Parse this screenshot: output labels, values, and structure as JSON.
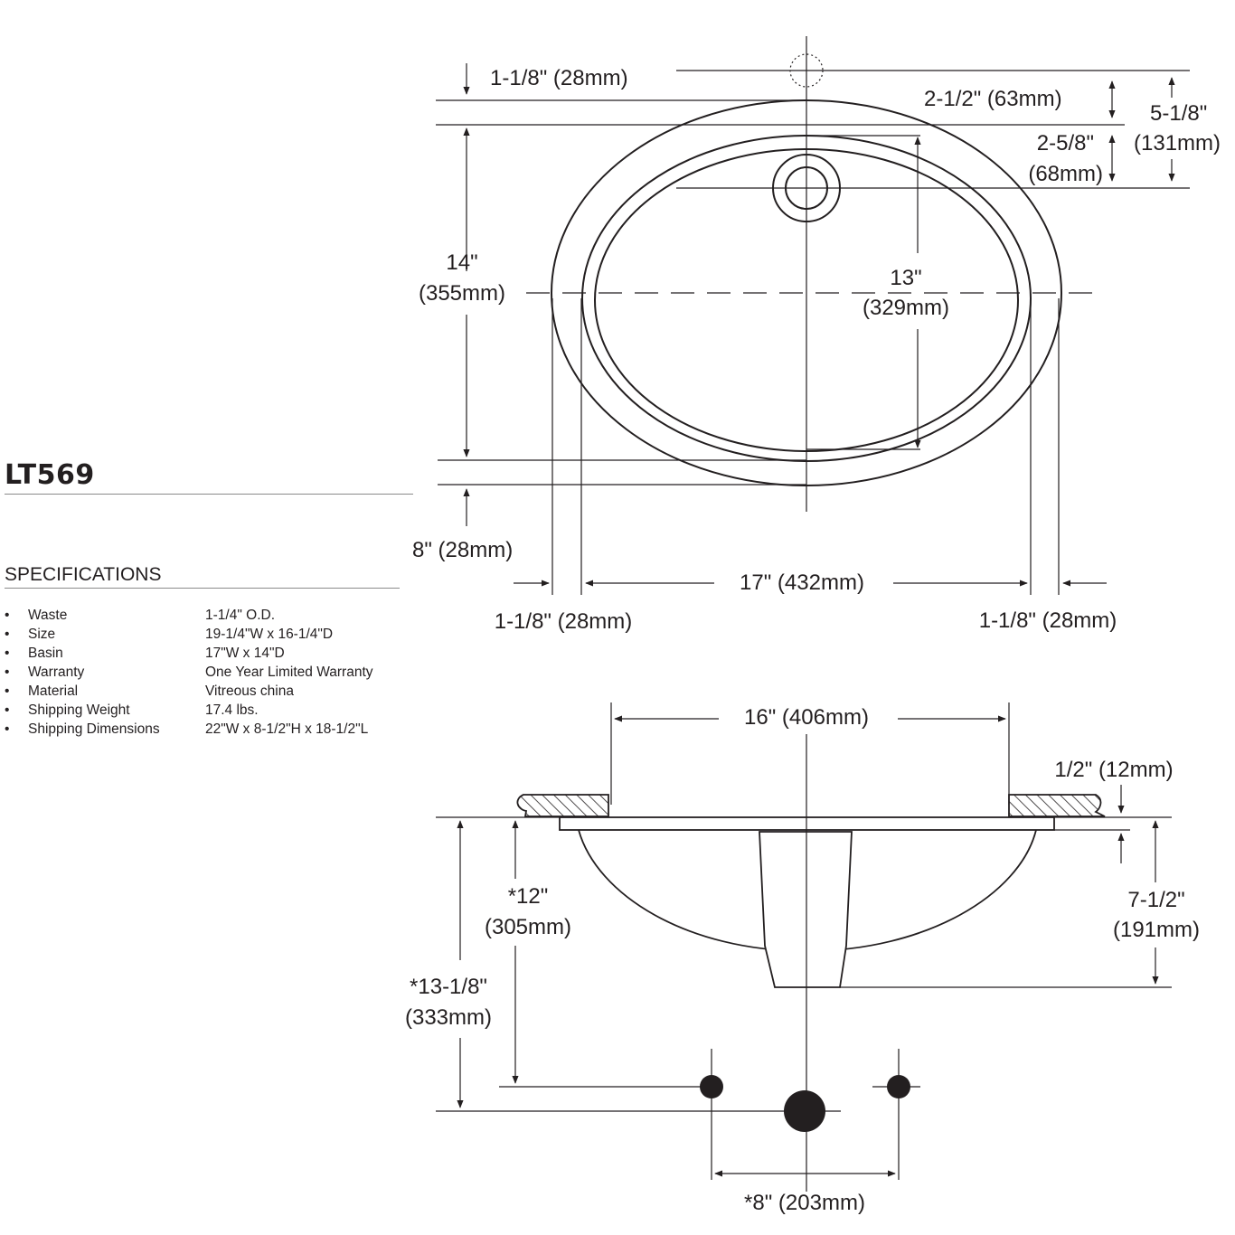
{
  "product": {
    "model": "LT569"
  },
  "specifications": {
    "heading": "SPECIFICATIONS",
    "bullet": "•",
    "items": [
      {
        "label": "Waste",
        "value": "1-1/4\" O.D."
      },
      {
        "label": "Size",
        "value": "19-1/4\"W x 16-1/4\"D"
      },
      {
        "label": "Basin",
        "value": "17\"W x 14\"D"
      },
      {
        "label": "Warranty",
        "value": "One Year Limited Warranty"
      },
      {
        "label": "Material",
        "value": "Vitreous china"
      },
      {
        "label": "Shipping Weight",
        "value": "17.4 lbs."
      },
      {
        "label": "Shipping Dimensions",
        "value": "22\"W x 8-1/2\"H x 18-1/2\"L"
      }
    ]
  },
  "top_view": {
    "top_rim": "1-1/8\" (28mm)",
    "drain_offset": "2-1/2\" (63mm)",
    "faucet_to_drain_in": "2-5/8\"",
    "faucet_to_drain_mm": "(68mm)",
    "overall_offset_in": "5-1/8\"",
    "overall_offset_mm": "(131mm)",
    "depth_in": "14\"",
    "depth_mm": "(355mm)",
    "basin_depth_in": "13\"",
    "basin_depth_mm": "(329mm)",
    "bottom_rim": "8\" (28mm)",
    "width": "17\" (432mm)",
    "left_rim": "1-1/8\" (28mm)",
    "right_rim": "1-1/8\" (28mm)"
  },
  "side_view": {
    "cutout_width": "16\" (406mm)",
    "counter_thickness": "1/2\" (12mm)",
    "faucet_height_in": "*12\"",
    "faucet_height_mm": "(305mm)",
    "spout_height_in": "*13-1/8\"",
    "spout_height_mm": "(333mm)",
    "bowl_depth_in": "7-1/2\"",
    "bowl_depth_mm": "(191mm)",
    "faucet_spread": "*8\" (203mm)"
  }
}
